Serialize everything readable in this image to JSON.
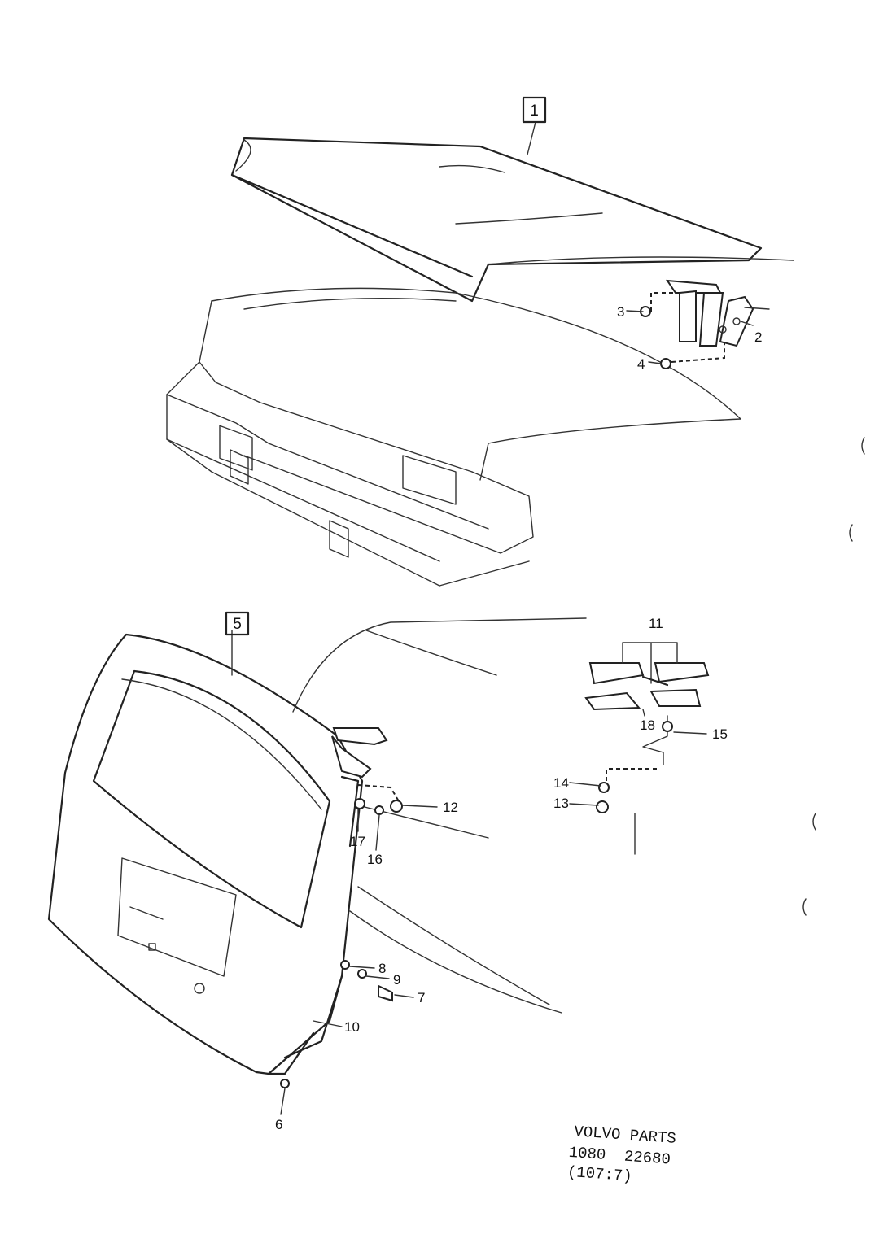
{
  "callouts": {
    "box_1": "1",
    "box_5": "5"
  },
  "labels": {
    "p2": "2",
    "p3": "3",
    "p4": "4",
    "p6": "6",
    "p7": "7",
    "p8": "8",
    "p9": "9",
    "p10": "10",
    "p11": "11",
    "p12": "12",
    "p13": "13",
    "p14": "14",
    "p15": "15",
    "p16": "16",
    "p17": "17",
    "p18": "18"
  },
  "footer": {
    "line1": "VOLVO PARTS",
    "line2": "1080  22680",
    "line3": "(107:7)"
  }
}
